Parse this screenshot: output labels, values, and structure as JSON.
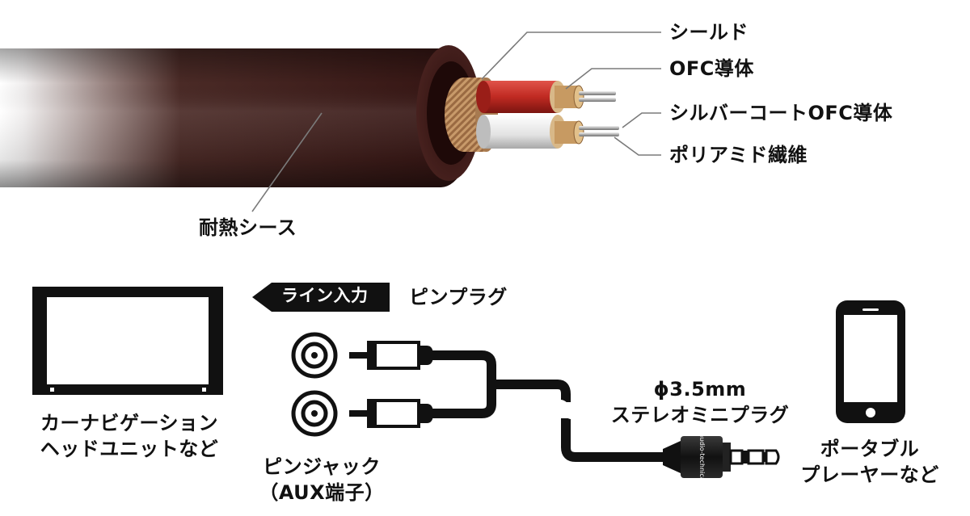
{
  "cable_section": {
    "labels": {
      "shield": "シールド",
      "ofc_conductor": "OFC導体",
      "silver_coat": "シルバーコートOFC導体",
      "polyamide": "ポリアミド繊維",
      "sheath": "耐熱シース"
    }
  },
  "connection_section": {
    "line_input": "ライン入力",
    "pin_plug": "ピンプラグ",
    "head_unit": [
      "カーナビゲーション",
      "ヘッドユニットなど"
    ],
    "pin_jack": [
      "ピンジャック",
      "（AUX端子）"
    ],
    "mini_plug": [
      "ϕ3.5mm",
      "ステレオミニプラグ"
    ],
    "player": [
      "ポータブル",
      "プレーヤーなど"
    ],
    "plug_brand": "audio-technica"
  },
  "colors": {
    "sheath": "#3a1714",
    "shield": "#b88a5c",
    "red_wire": "#c8302a",
    "white_wire": "#e8e8e8",
    "cable": "#111111"
  }
}
